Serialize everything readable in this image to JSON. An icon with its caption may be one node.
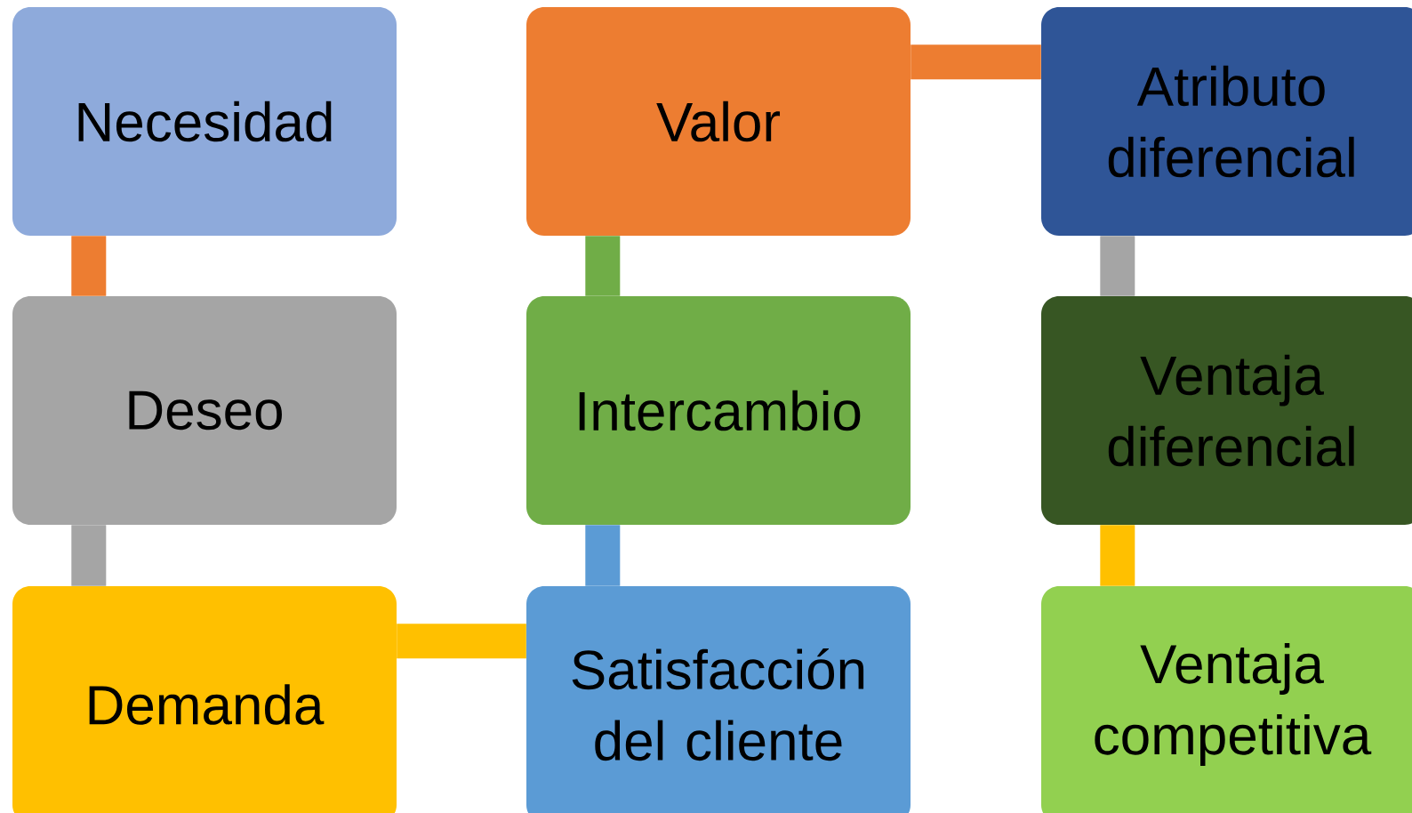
{
  "diagram": {
    "nodes": [
      {
        "text": [
          "Necesidad"
        ]
      },
      {
        "text": [
          "Valor"
        ]
      },
      {
        "text": [
          "Atributo diferencial"
        ]
      },
      {
        "text": [
          "Deseo"
        ]
      },
      {
        "text": [
          "Intercambio"
        ]
      },
      {
        "text": [
          "Ventaja diferencial"
        ]
      },
      {
        "text": [
          "Demanda"
        ]
      },
      {
        "text": [
          "Satisfacción del cliente"
        ]
      },
      {
        "text": [
          "Ventaja competitiva"
        ]
      }
    ],
    "edges": [
      {
        "from": 0,
        "to": 3,
        "arrow": "none",
        "color": "#ed7d31"
      },
      {
        "from": 3,
        "to": 6,
        "arrow": "none",
        "color": "#a5a5a5"
      },
      {
        "from": 6,
        "to": 7,
        "arrow": "none",
        "color": "#ffc000"
      },
      {
        "from": 7,
        "to": 4,
        "arrow": "none",
        "color": "#5b9bd5"
      },
      {
        "from": 4,
        "to": 1,
        "arrow": "none",
        "color": "#70ad47"
      },
      {
        "from": 1,
        "to": 2,
        "arrow": "none",
        "color": "#ed7d31"
      },
      {
        "from": 2,
        "to": 5,
        "arrow": "none",
        "color": "#a5a5a5"
      },
      {
        "from": 5,
        "to": 8,
        "arrow": "none",
        "color": "#ffc000"
      }
    ]
  }
}
